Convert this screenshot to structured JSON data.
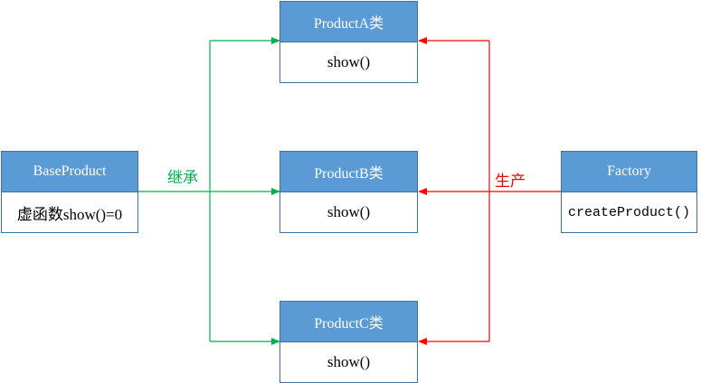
{
  "colors": {
    "header_fill": "#5b9bd5",
    "box_border": "#41719c",
    "inherit_line": "#00b050",
    "produce_line": "#ff0000"
  },
  "boxes": {
    "base": {
      "title": "BaseProduct",
      "method": "虚函数show()=0"
    },
    "product_a": {
      "title": "ProductA类",
      "method": "show()"
    },
    "product_b": {
      "title": "ProductB类",
      "method": "show()"
    },
    "product_c": {
      "title": "ProductC类",
      "method": "show()"
    },
    "factory": {
      "title": "Factory",
      "method": "createProduct()"
    }
  },
  "labels": {
    "inherit": "继承",
    "produce": "生产"
  }
}
